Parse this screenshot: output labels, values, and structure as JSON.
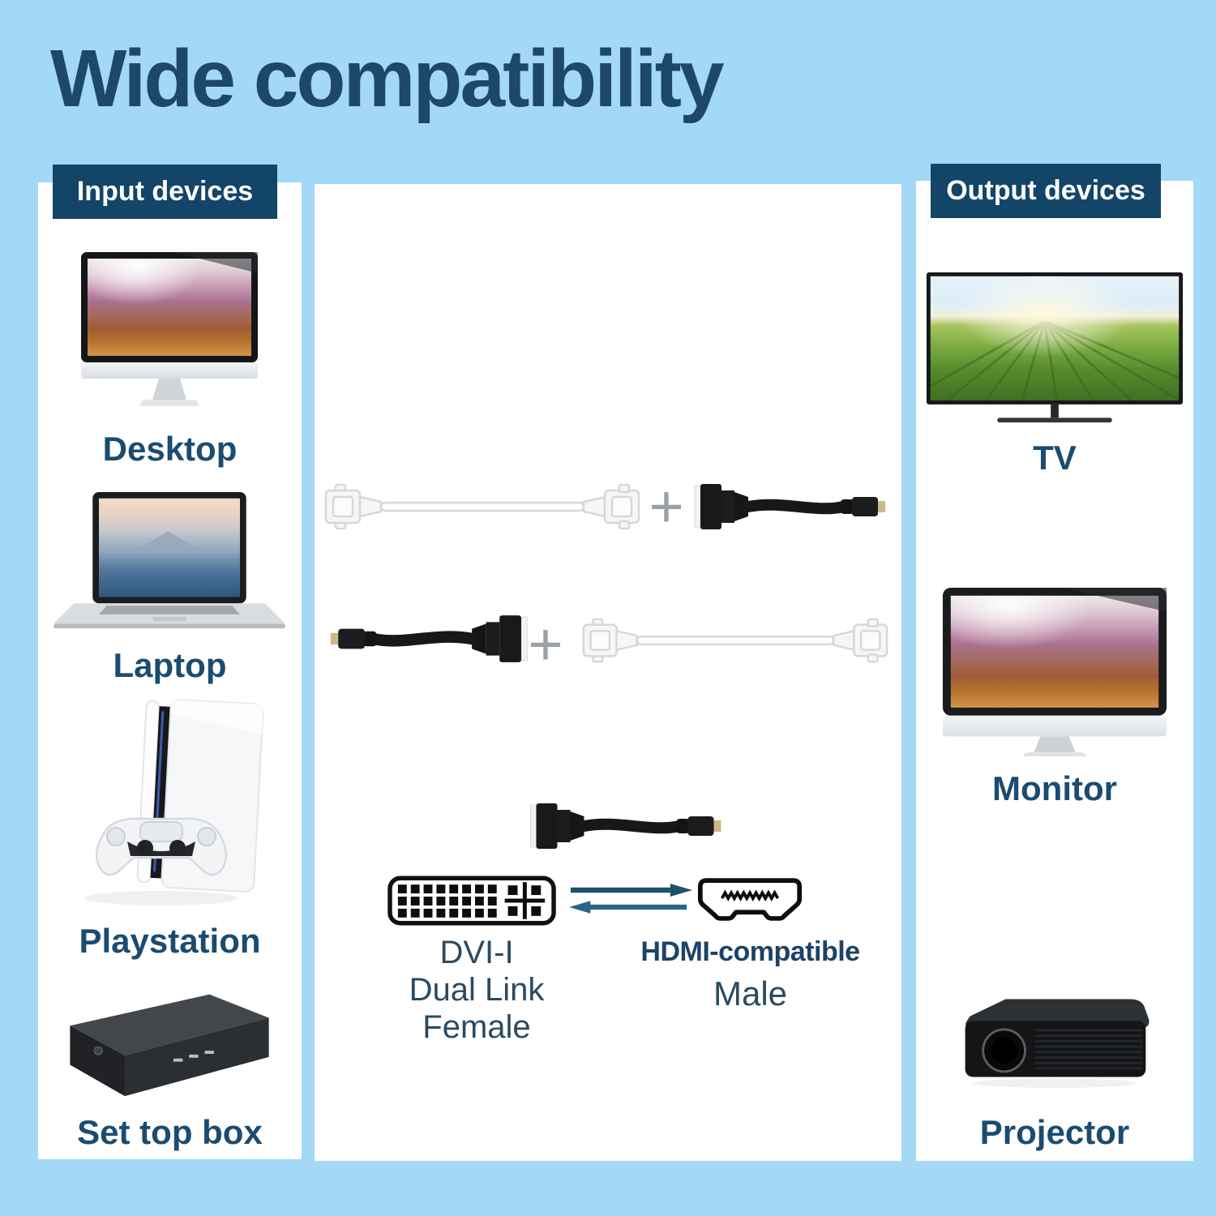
{
  "title": "Wide compatibility",
  "colors": {
    "background": "#a3d8f7",
    "panel": "#ffffff",
    "header_navy": "#134569",
    "header_text": "#ffffff",
    "title_text": "#1d4966",
    "device_label_text": "#1b4c70",
    "diagram_label_text": "#2b4a60",
    "arrow_top": "#20506c",
    "arrow_bottom": "#2a6489",
    "plus_gray": "#9aa0a4",
    "hdmi_gold": "#cdb887"
  },
  "input_section": {
    "header": "Input devices",
    "devices": [
      {
        "icon": "desktop-icon",
        "label": "Desktop"
      },
      {
        "icon": "laptop-icon",
        "label": "Laptop"
      },
      {
        "icon": "playstation-icon",
        "label": "Playstation"
      },
      {
        "icon": "set-top-box-icon",
        "label": "Set top box"
      }
    ]
  },
  "output_section": {
    "header": "Output devices",
    "devices": [
      {
        "icon": "tv-icon",
        "label": "TV"
      },
      {
        "icon": "monitor-icon",
        "label": "Monitor"
      },
      {
        "icon": "projector-icon",
        "label": "Projector"
      }
    ]
  },
  "center_section": {
    "plus_sign": "+",
    "combos": [
      {
        "left_icon": "dvi-dvi-cable-ghost-icon",
        "right_icon": "dvi-to-hdmi-adapter-icon"
      },
      {
        "left_icon": "dvi-to-hdmi-adapter-flipped-icon",
        "right_icon": "dvi-dvi-cable-ghost-icon"
      }
    ],
    "adapter_icon": "dvi-to-hdmi-adapter-icon",
    "dvi_connector": {
      "icon": "dvi-i-port-icon",
      "label_lines": [
        "DVI-I",
        "Dual Link",
        "Female"
      ]
    },
    "hdmi_connector": {
      "icon": "hdmi-plug-icon",
      "label_title": "HDMI-compatible",
      "label_sub": "Male"
    },
    "arrows": [
      "right-arrow-icon",
      "left-arrow-icon"
    ]
  }
}
